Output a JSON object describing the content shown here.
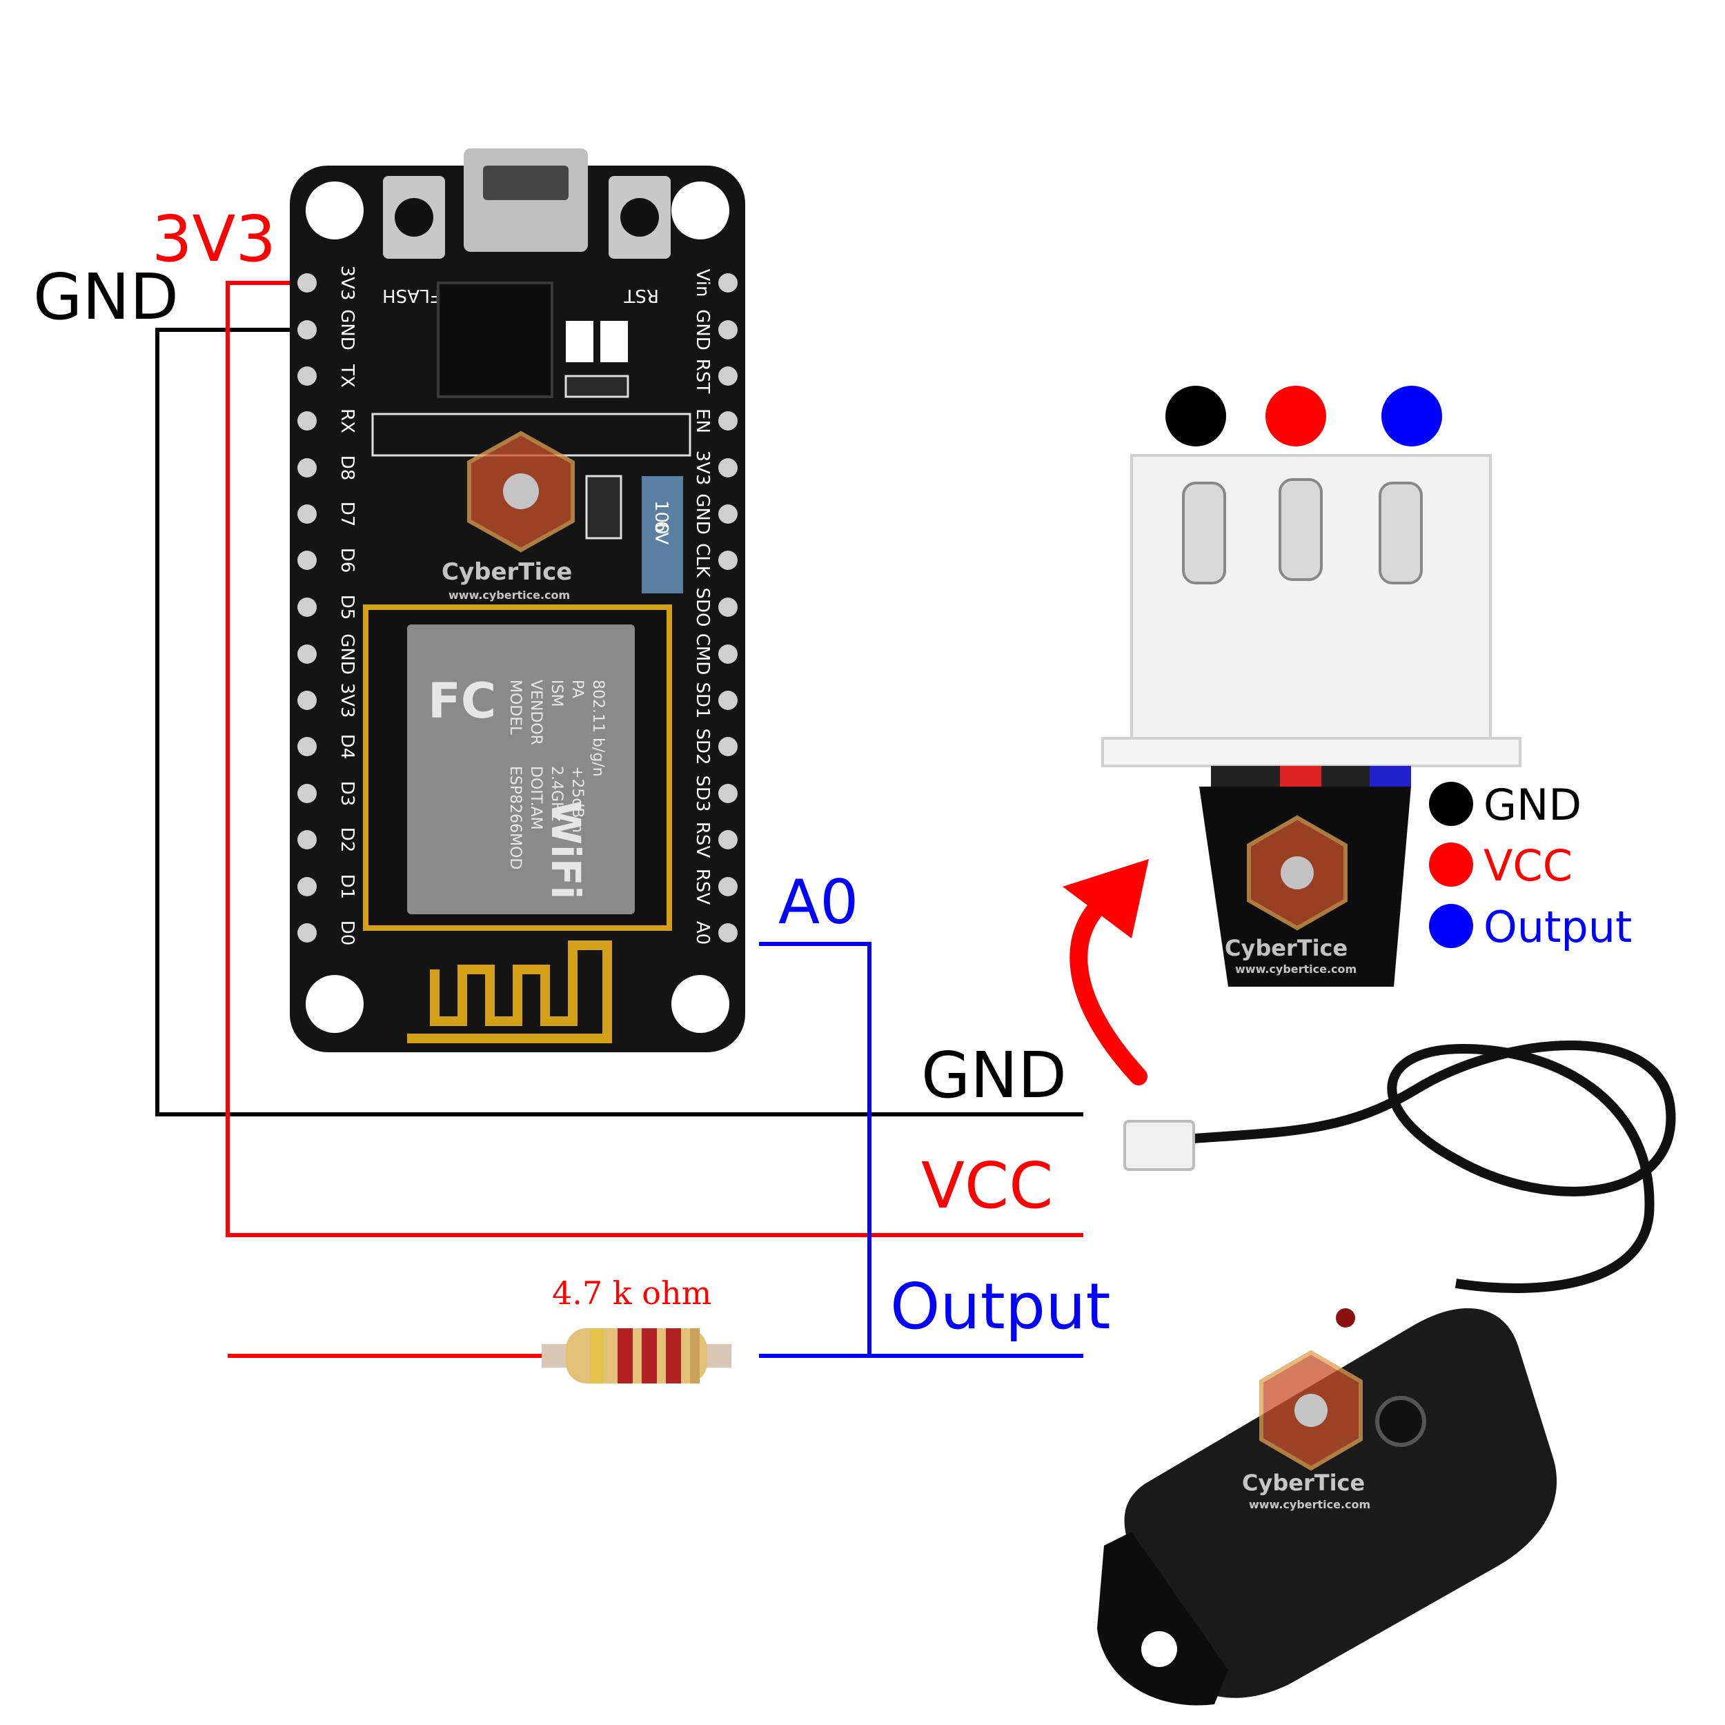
{
  "board": {
    "button_left": "FLASH",
    "button_right": "RST",
    "pins_left": [
      "3V3",
      "GND",
      "TX",
      "RX",
      "D8",
      "D7",
      "D6",
      "D5",
      "GND",
      "3V3",
      "D4",
      "D3",
      "D2",
      "D1",
      "D0"
    ],
    "pins_right": [
      "Vin",
      "GND",
      "RST",
      "EN",
      "3V3",
      "GND",
      "CLK",
      "SDO",
      "CMD",
      "SD1",
      "SD2",
      "SD3",
      "RSV",
      "RSV",
      "A0"
    ],
    "cap_text_1": "100",
    "cap_text_2": "6V",
    "module_lines": [
      "MODEL",
      "VENDOR",
      "ISM",
      "PA",
      "802.11 b/g/n"
    ],
    "module_values": [
      "ESP8266MOD",
      "DOIT.AM",
      "2.4GHz",
      "+25dBm"
    ],
    "module_badge": "FC",
    "wifi_logo": "WiFi"
  },
  "labels": {
    "gnd_top": "GND",
    "v33_top": "3V3",
    "a0": "A0",
    "gnd_bus": "GND",
    "vcc_bus": "VCC",
    "output_bus": "Output",
    "resistor": "4.7 k ohm"
  },
  "connector_legend": [
    {
      "label": "GND",
      "color": "#000000"
    },
    {
      "label": "VCC",
      "color": "#ff0000"
    },
    {
      "label": "Output",
      "color": "#0000ff"
    }
  ],
  "watermark": {
    "brand": "CyberTice",
    "url": "www.cybertice.com"
  },
  "colors": {
    "gnd": "#000000",
    "vcc": "#ff0000",
    "output": "#0000ff",
    "board": "#141414"
  }
}
